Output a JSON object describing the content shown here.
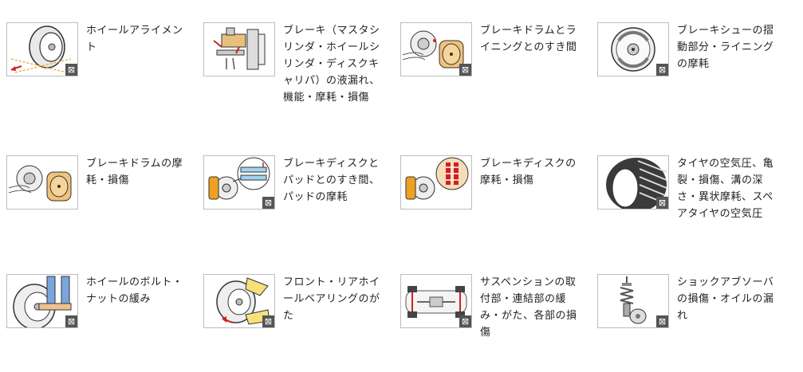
{
  "items": [
    {
      "label": "ホイールアライメント",
      "icon": "wheel-alignment-icon"
    },
    {
      "label": "ブレーキ（マスタシリンダ・ホイールシリンダ・ディスクキャリパ）の液漏れ、機能・摩耗・損傷",
      "icon": "brake-master-cylinder-icon"
    },
    {
      "label": "ブレーキドラムとライニングとのすき間",
      "icon": "brake-drum-lining-icon"
    },
    {
      "label": "ブレーキシューの摺動部分・ライニングの摩耗",
      "icon": "brake-shoe-icon"
    },
    {
      "label": "ブレーキドラムの摩耗・損傷",
      "icon": "brake-drum-icon"
    },
    {
      "label": "ブレーキディスクとパッドとのすき間、パッドの摩耗",
      "icon": "brake-disc-pad-gap-icon"
    },
    {
      "label": "ブレーキディスクの摩耗・損傷",
      "icon": "brake-disc-wear-icon"
    },
    {
      "label": "タイヤの空気圧、亀裂・損傷、溝の深さ・異状摩耗、スペアタイヤの空気圧",
      "icon": "tire-icon"
    },
    {
      "label": "ホイールのボルト・ナットの緩み",
      "icon": "wheel-bolt-nut-icon"
    },
    {
      "label": "フロント・リアホイールベアリングのがた",
      "icon": "wheel-bearing-icon"
    },
    {
      "label": "サスペンションの取付部・連結部の緩み・がた、各部の損傷",
      "icon": "suspension-icon"
    },
    {
      "label": "ショックアブソーバの損傷・オイルの漏れ",
      "icon": "shock-absorber-icon"
    }
  ],
  "zoom_glyph": "⊠"
}
